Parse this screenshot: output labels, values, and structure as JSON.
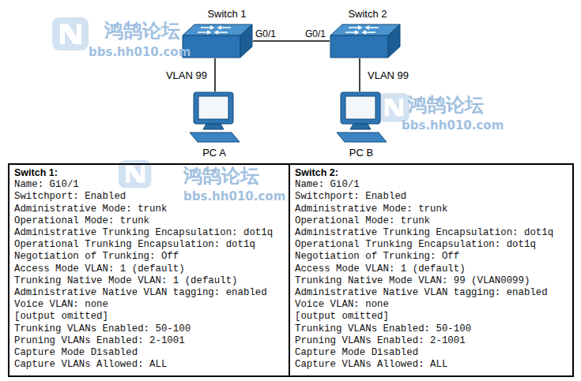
{
  "diagram": {
    "nodes": [
      {
        "text": [
          "Switch 1"
        ]
      },
      {
        "text": [
          "Switch 2"
        ]
      },
      {
        "text": [
          "PC A"
        ]
      },
      {
        "text": [
          "PC B"
        ]
      },
      {
        "text": [
          "Switch 1:",
          "Name: Gi0/1",
          "Switchport: Enabled",
          "Administrative Mode: trunk",
          "Operational Mode: trunk",
          "Administrative Trunking Encapsulation: dot1q",
          "Operational Trunking Encapsulation: dot1q",
          "Negotiation of Trunking: Off",
          "Access Mode VLAN: 1 (default)",
          "Trunking Native Mode VLAN: 1 (default)",
          "Administrative Native VLAN tagging: enabled",
          "Voice VLAN: none",
          "[output omitted]",
          "Trunking VLANs Enabled: 50-100",
          "Pruning VLANs Enabled: 2-1001",
          "Capture Mode Disabled",
          "Capture VLANs Allowed: ALL"
        ]
      },
      {
        "text": [
          "Switch 2:",
          "Name: Gi0/1",
          "Switchport: Enabled",
          "Administrative Mode: trunk",
          "Operational Mode: trunk",
          "Administrative Trunking Encapsulation: dot1q",
          "Operational Trunking Encapsulation: dot1q",
          "Negotiation of Trunking: Off",
          "Access Mode VLAN: 1 (default)",
          "Trunking Native Mode VLAN: 99 (VLAN0099)",
          "Administrative Native VLAN tagging: enabled",
          "Voice VLAN: none",
          "[output omitted]",
          "Trunking VLANs Enabled: 50-100",
          "Pruning VLANs Enabled: 2-1001",
          "Capture Mode Disabled",
          "Capture VLANs Allowed: ALL"
        ]
      }
    ],
    "edges": [
      {
        "from": 0,
        "to": 1,
        "arrow": "none"
      },
      {
        "from": 0,
        "to": 2,
        "label": "VLAN 99",
        "arrow": "none"
      },
      {
        "from": 1,
        "to": 3,
        "label": "VLAN 99",
        "arrow": "none"
      }
    ],
    "labels": [
      "G0/1",
      "G0/1",
      "鸿鹄论坛",
      "bbs.hh010.com",
      "鸿鹄论坛",
      "bbs.hh010.com",
      "鸿鹄论坛",
      "bbs.hh010.com"
    ]
  }
}
